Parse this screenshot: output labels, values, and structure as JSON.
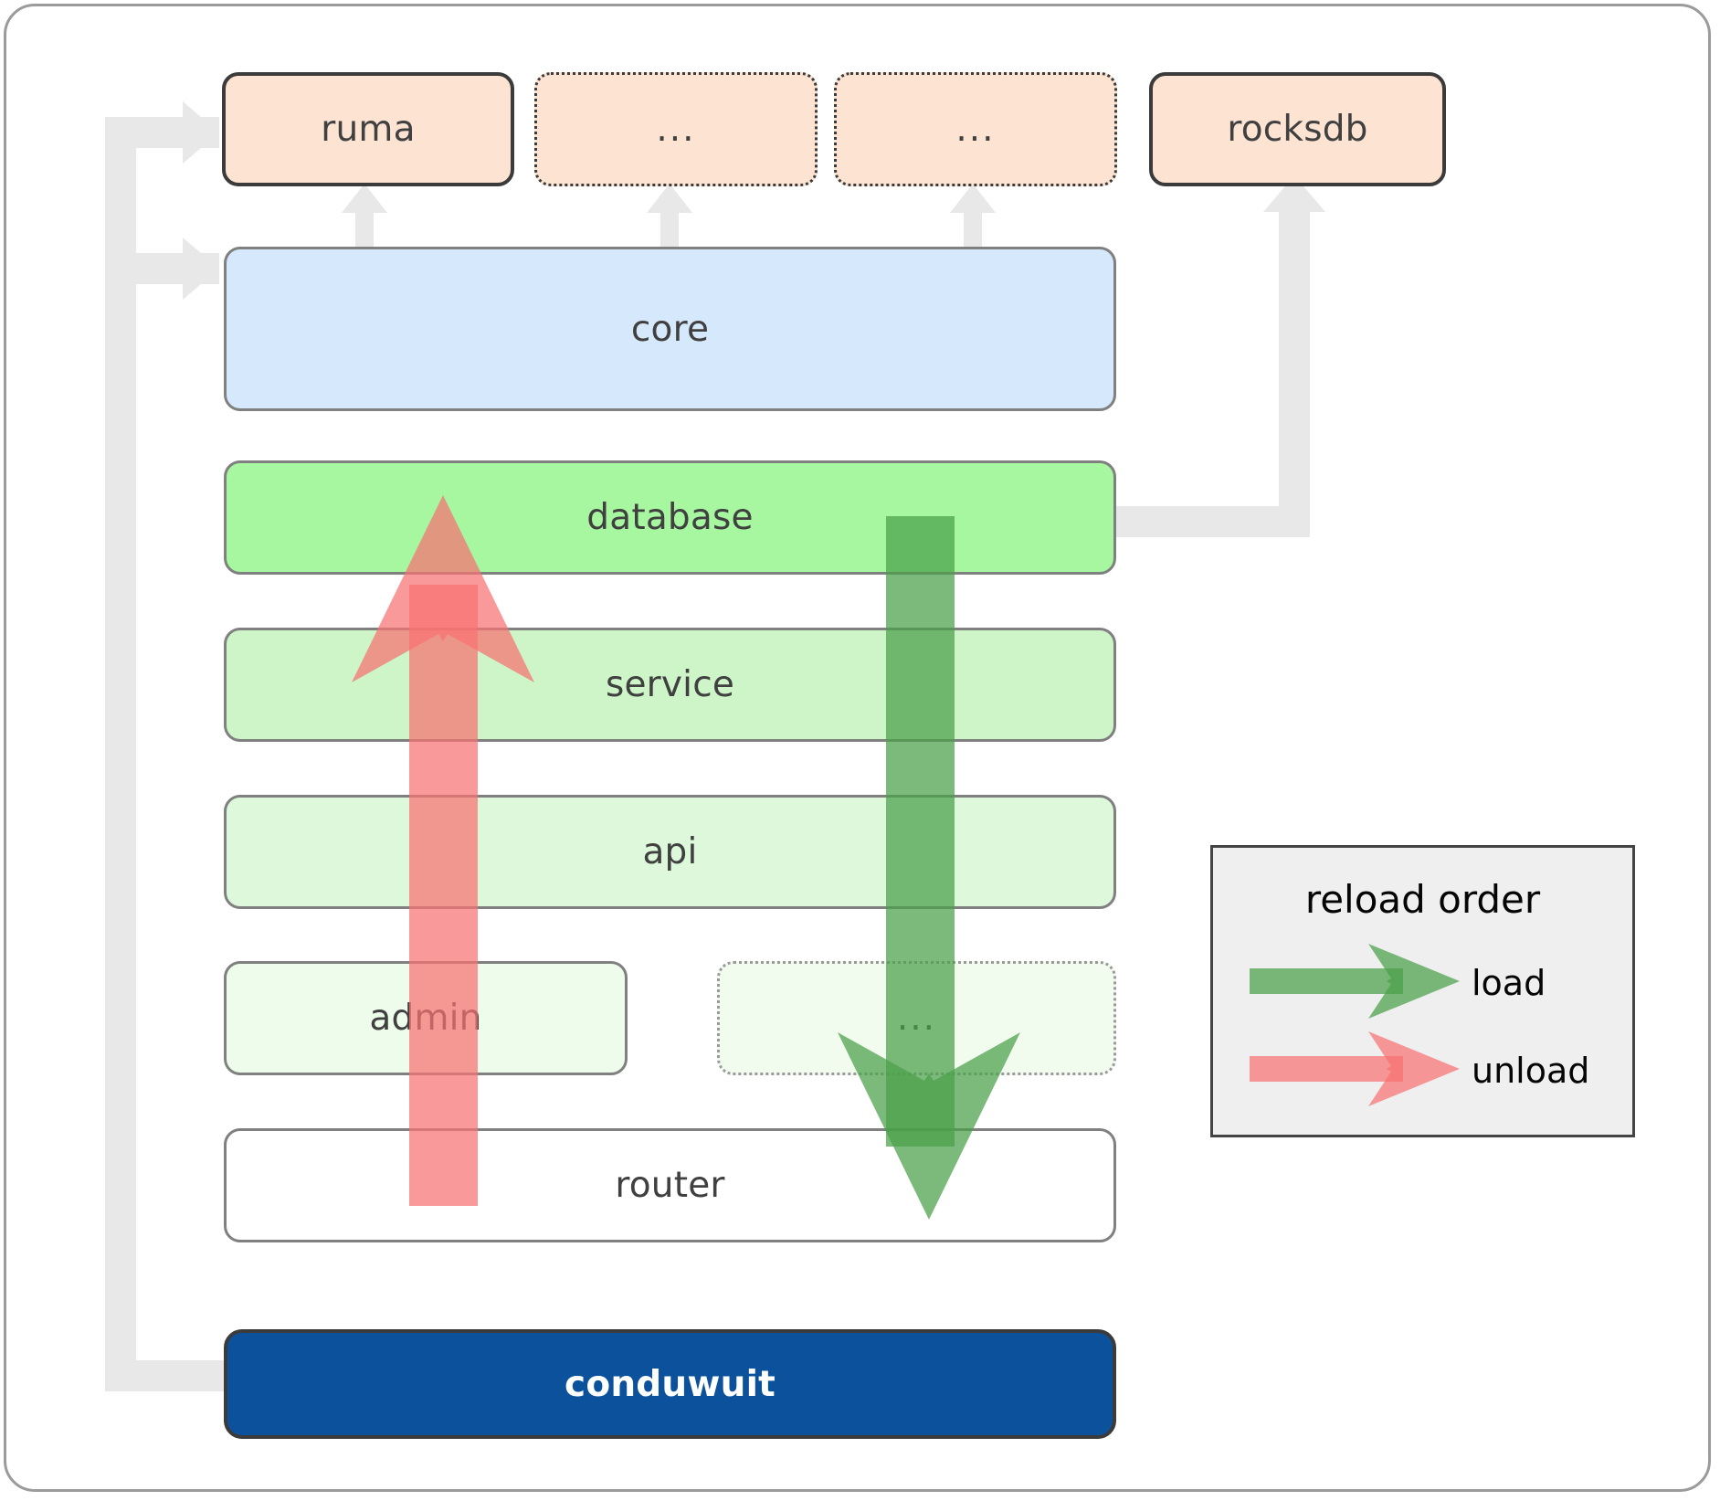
{
  "diagram": {
    "title": "conduwuit crate dependency / reload order diagram",
    "nodes": {
      "ruma": "ruma",
      "dots_top_1": "...",
      "dots_top_2": "...",
      "rocksdb": "rocksdb",
      "core": "core",
      "database": "database",
      "service": "service",
      "api": "api",
      "admin": "admin",
      "dots_mid": "...",
      "router": "router",
      "conduwuit": "conduwuit"
    },
    "colors": {
      "external_fill": "#fde3d2",
      "core_fill": "#d6e8fb",
      "database_fill": "#a6f7a0",
      "service_fill": "#cdf5c8",
      "api_fill": "#ddf8da",
      "admin_fill": "#eefcec",
      "dots_mid_fill": "#f1fcef",
      "router_fill": "#ffffff",
      "conduwuit_fill": "#0b519c",
      "conduwuit_text": "#ffffff",
      "connector": "#e8e8e8",
      "load_arrow": "#4aa04a",
      "unload_arrow": "#f87171",
      "legend_fill": "#efefef",
      "frame_border": "#9b9b9b"
    }
  },
  "legend": {
    "title": "reload order",
    "rows": [
      {
        "label": "load",
        "icon": "load-arrow-icon"
      },
      {
        "label": "unload",
        "icon": "unload-arrow-icon"
      }
    ]
  }
}
